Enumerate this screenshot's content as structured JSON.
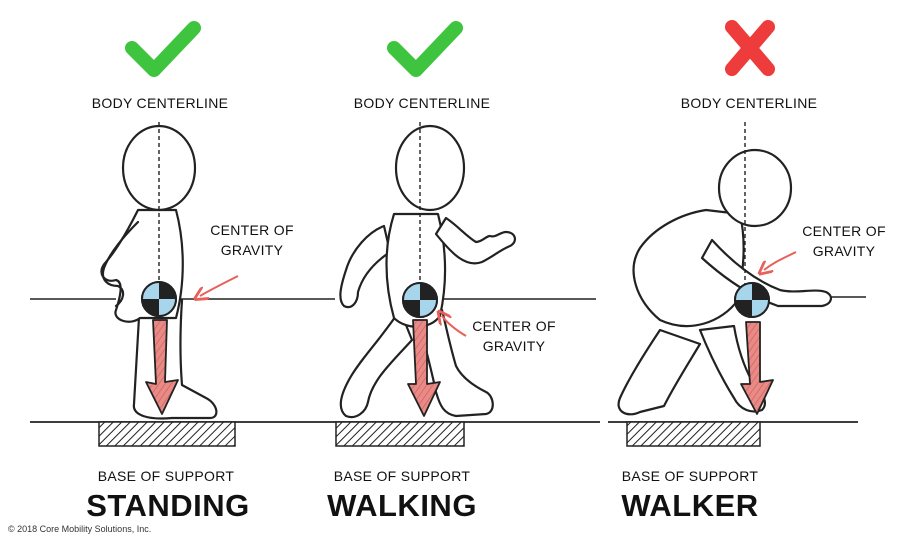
{
  "panels": [
    {
      "status_icon": "check-mark-icon",
      "status_color": "#3ec43e",
      "centerline_label": "BODY CENTERLINE",
      "cog_label_line1": "CENTER OF",
      "cog_label_line2": "GRAVITY",
      "base_label": "BASE OF SUPPORT",
      "title": "STANDING"
    },
    {
      "status_icon": "check-mark-icon",
      "status_color": "#3ec43e",
      "centerline_label": "BODY CENTERLINE",
      "cog_label_line1": "CENTER OF",
      "cog_label_line2": "GRAVITY",
      "base_label": "BASE OF SUPPORT",
      "title": "WALKING"
    },
    {
      "status_icon": "x-mark-icon",
      "status_color": "#ee3b3b",
      "centerline_label": "BODY  CENTERLINE",
      "cog_label_line1": "CENTER OF",
      "cog_label_line2": "GRAVITY",
      "base_label": "BASE OF SUPPORT",
      "title": "WALKER"
    }
  ],
  "colors": {
    "arrow_fill": "#e98a86",
    "arrow_hatch": "#c9605c",
    "cog_blue": "#a7d6ec",
    "pointer_red": "#e8605a"
  },
  "copyright": "© 2018 Core Mobility Solutions, Inc."
}
